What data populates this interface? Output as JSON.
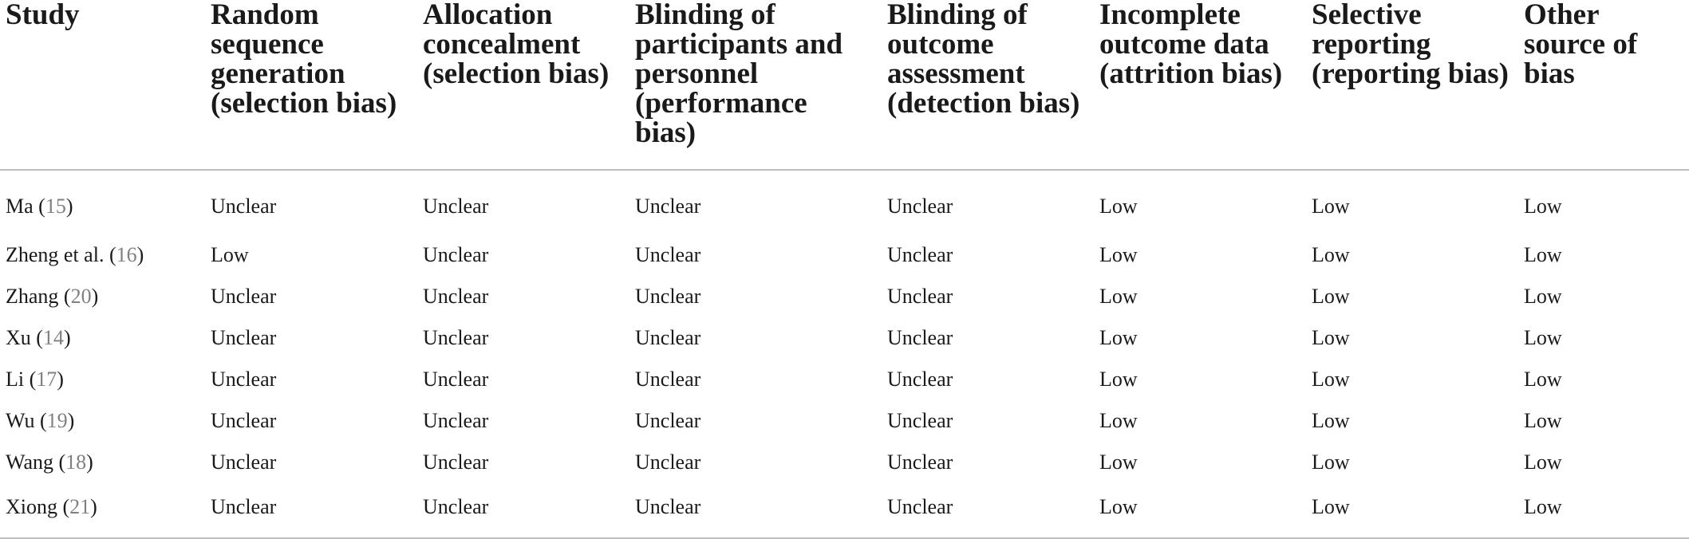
{
  "table": {
    "headers": [
      "Study",
      "Random sequence generation (selection bias)",
      "Allocation concealment (selection bias)",
      "Blinding of participants and personnel (performance bias)",
      "Blinding of outcome assessment (detection bias)",
      "Incomplete outcome data (attrition bias)",
      "Selective reporting (reporting bias)",
      "Other source of bias"
    ],
    "rows": [
      {
        "study": "Ma",
        "ref": "15",
        "values": [
          "Unclear",
          "Unclear",
          "Unclear",
          "Unclear",
          "Low",
          "Low",
          "Low"
        ]
      },
      {
        "study": "Zheng et al.",
        "ref": "16",
        "values": [
          "Low",
          "Unclear",
          "Unclear",
          "Unclear",
          "Low",
          "Low",
          "Low"
        ]
      },
      {
        "study": "Zhang",
        "ref": "20",
        "values": [
          "Unclear",
          "Unclear",
          "Unclear",
          "Unclear",
          "Low",
          "Low",
          "Low"
        ]
      },
      {
        "study": "Xu",
        "ref": "14",
        "values": [
          "Unclear",
          "Unclear",
          "Unclear",
          "Unclear",
          "Low",
          "Low",
          "Low"
        ]
      },
      {
        "study": "Li",
        "ref": "17",
        "values": [
          "Unclear",
          "Unclear",
          "Unclear",
          "Unclear",
          "Low",
          "Low",
          "Low"
        ]
      },
      {
        "study": "Wu",
        "ref": "19",
        "values": [
          "Unclear",
          "Unclear",
          "Unclear",
          "Unclear",
          "Low",
          "Low",
          "Low"
        ]
      },
      {
        "study": "Wang",
        "ref": "18",
        "values": [
          "Unclear",
          "Unclear",
          "Unclear",
          "Unclear",
          "Low",
          "Low",
          "Low"
        ]
      },
      {
        "study": "Xiong",
        "ref": "21",
        "values": [
          "Unclear",
          "Unclear",
          "Unclear",
          "Unclear",
          "Low",
          "Low",
          "Low"
        ]
      }
    ]
  }
}
